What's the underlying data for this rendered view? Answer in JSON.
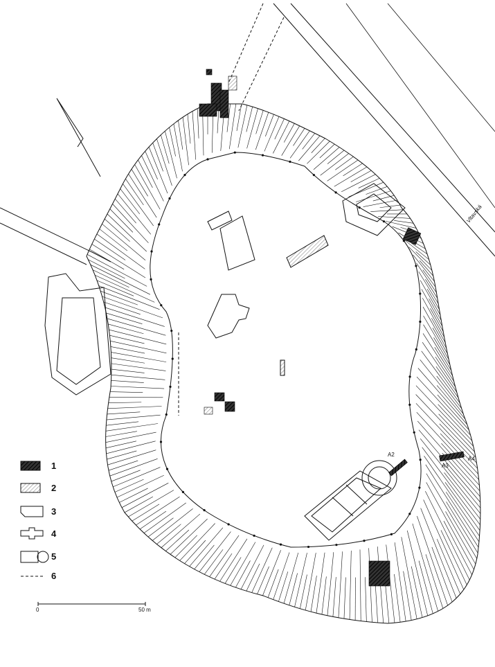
{
  "legend": {
    "items": [
      {
        "num": "1",
        "symbol": "dark-hatch"
      },
      {
        "num": "2",
        "symbol": "light-hatch"
      },
      {
        "num": "3",
        "symbol": "building-outline"
      },
      {
        "num": "4",
        "symbol": "church-outline"
      },
      {
        "num": "5",
        "symbol": "tower-outline"
      },
      {
        "num": "6",
        "symbol": "dashed-line"
      }
    ]
  },
  "scale": {
    "start": "0",
    "end": "50 m"
  },
  "labels": {
    "a2": "A2",
    "a3": "A3",
    "a4": "A4",
    "road": "Vltavská"
  },
  "colors": {
    "ink": "#111111",
    "paper": "#ffffff"
  }
}
